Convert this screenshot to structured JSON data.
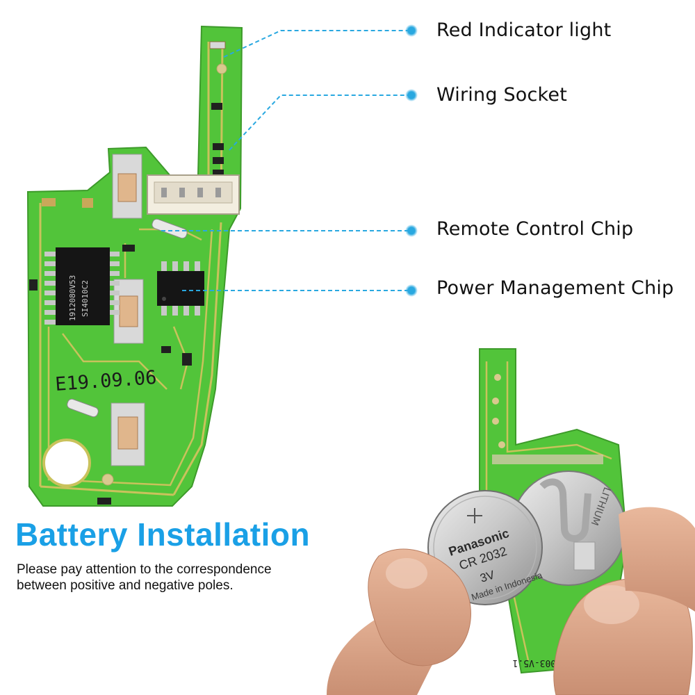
{
  "callouts": [
    {
      "label": "Red Indicator light"
    },
    {
      "label": "Wiring Socket"
    },
    {
      "label": "Remote Control Chip"
    },
    {
      "label": "Power Management Chip"
    }
  ],
  "board": {
    "date_code": "E19.09.06",
    "chip_marking_1": "1912080V53",
    "chip_marking_2": "SI4010C2"
  },
  "board2": {
    "marking": "5003-V5.1"
  },
  "battery": {
    "brand": "Panasonic",
    "model": "CR 2032",
    "voltage": "3V",
    "origin": "Made in Indonesia"
  },
  "section": {
    "title": "Battery Installation",
    "note_line1": "Please pay attention to the correspondence",
    "note_line2": "between positive and negative poles."
  },
  "colors": {
    "accent": "#1aa0e6",
    "pcb": "#52c43a",
    "trace": "#c9c25c",
    "callout": "#29a8e0"
  }
}
